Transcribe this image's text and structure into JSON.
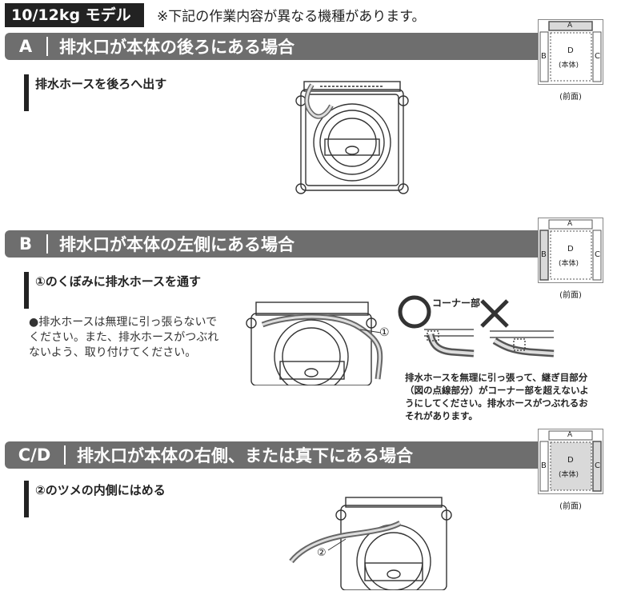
{
  "header": {
    "model_tag": "10/12kg モデル",
    "note": "※下記の作業内容が異なる機種があります。"
  },
  "diagram_labels": {
    "A": "A",
    "B": "B",
    "C": "C",
    "D": "D",
    "body": "(本体)",
    "front": "(前面)"
  },
  "sections": [
    {
      "letter": "A",
      "title": "排水口が本体の後ろにある場合",
      "subheading": "排水ホースを後ろへ出す"
    },
    {
      "letter": "B",
      "title": "排水口が本体の左側にある場合",
      "subheading": "①のくぼみに排水ホースを通す",
      "bullet": "●排水ホースは無理に引っ張らないでください。また、排水ホースがつぶれないよう、取り付けてください。",
      "callout": "①",
      "corner_label": "コーナー部",
      "caption": "排水ホースを無理に引っ張って、継ぎ目部分（図の点線部分）がコーナー部を超えないようにしてください。排水ホースがつぶれるおそれがあります。"
    },
    {
      "letter": "C/D",
      "title": "排水口が本体の右側、または真下にある場合",
      "subheading": "②のツメの内側にはめる",
      "callout": "②"
    }
  ]
}
